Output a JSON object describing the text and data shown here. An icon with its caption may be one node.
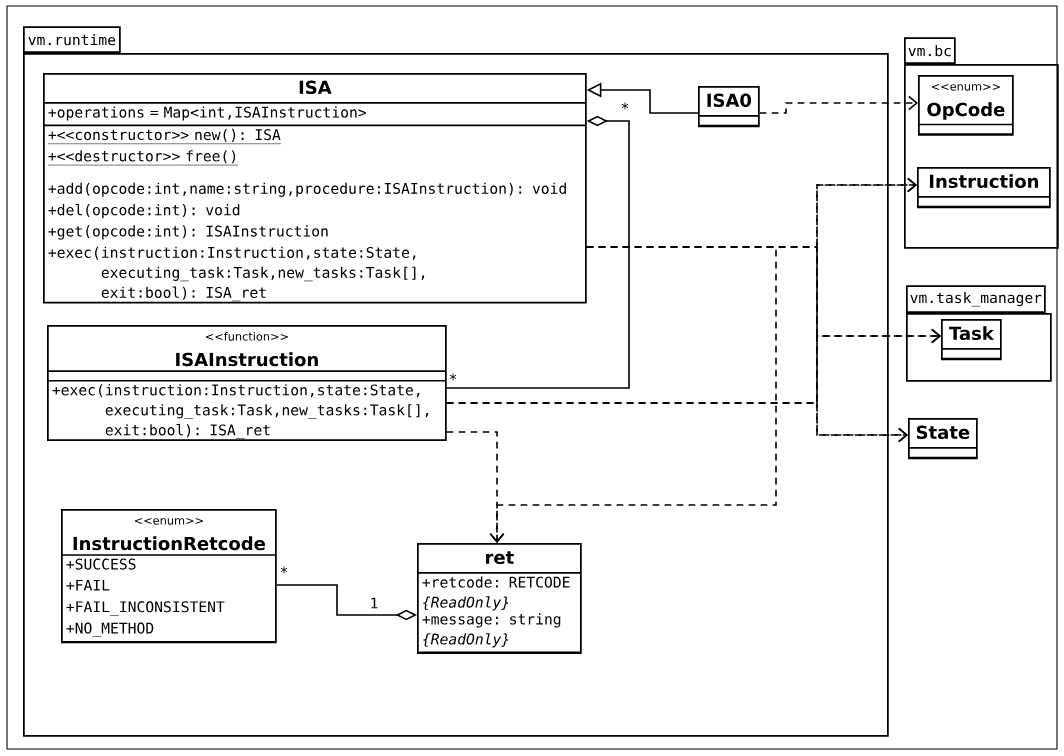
{
  "diagram": {
    "nodes": [
      {
        "text": [
          "vm.runtime"
        ]
      },
      {
        "text": [
          "ISA",
          "+operations = Map<int,ISAInstruction>",
          "+<<constructor>> new(): ISA",
          "+<<destructor>> free()",
          "+add(opcode:int,name:string,procedure:ISAInstruction): void",
          "+del(opcode:int): void",
          "+get(opcode:int): ISAInstruction",
          "+exec(instruction:Instruction,state:State, executing_task:Task,new_tasks:Task[], exit:bool): ISA_ret"
        ],
        "in": 0
      },
      {
        "text": [
          "ISA0"
        ],
        "in": 0
      },
      {
        "text": [
          "<<function>>",
          "ISAInstruction",
          "+exec(instruction:Instruction,state:State, executing_task:Task,new_tasks:Task[], exit:bool): ISA_ret"
        ],
        "in": 0
      },
      {
        "text": [
          "<<enum>>",
          "InstructionRetcode",
          "+SUCCESS",
          "+FAIL",
          "+FAIL_INCONSISTENT",
          "+NO_METHOD"
        ],
        "in": 0
      },
      {
        "text": [
          "ret",
          "+retcode: RETCODE *{ReadOnly}*",
          "+message: string *{ReadOnly}*"
        ],
        "in": 0
      },
      {
        "text": [
          "vm.bc"
        ]
      },
      {
        "text": [
          "<<enum>>",
          "OpCode"
        ],
        "in": 6
      },
      {
        "text": [
          "Instruction"
        ],
        "in": 6
      },
      {
        "text": [
          "vm.task_manager"
        ]
      },
      {
        "text": [
          "Task"
        ],
        "in": 9
      },
      {
        "text": [
          "State"
        ]
      }
    ],
    "edges": [
      {
        "from": 2,
        "to": 1,
        "arrow": "to"
      },
      {
        "from": 3,
        "to": 1,
        "arrow": "other"
      },
      {
        "from": 2,
        "to": 7,
        "arrow": "to",
        "style": "dashed"
      },
      {
        "from": 1,
        "to": 8,
        "arrow": "to",
        "style": "dashed"
      },
      {
        "from": 1,
        "to": 10,
        "arrow": "to",
        "style": "dashed"
      },
      {
        "from": 1,
        "to": 11,
        "arrow": "to",
        "style": "dashed"
      },
      {
        "from": 1,
        "to": 5,
        "arrow": "to",
        "style": "dashed"
      },
      {
        "from": 3,
        "to": 8,
        "arrow": "to",
        "style": "dashed"
      },
      {
        "from": 3,
        "to": 10,
        "arrow": "to",
        "style": "dashed"
      },
      {
        "from": 3,
        "to": 11,
        "arrow": "to",
        "style": "dashed"
      },
      {
        "from": 3,
        "to": 5,
        "arrow": "to",
        "style": "dashed"
      },
      {
        "from": 4,
        "to": 5,
        "arrow": "other"
      }
    ],
    "labels": [
      "*",
      "*",
      "*",
      "1"
    ]
  }
}
